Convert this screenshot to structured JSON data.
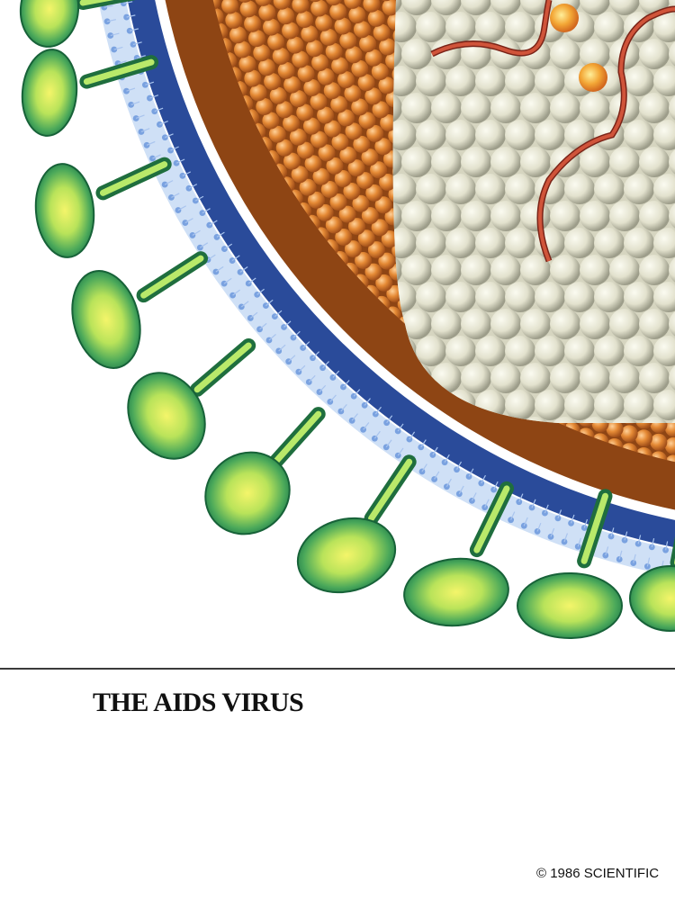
{
  "caption": {
    "title": "THE AIDS VIRUS"
  },
  "copyright": "© 1986 SCIENTIFIC",
  "illustration": {
    "subject": "cutaway of a virus particle",
    "colors": {
      "glycoprotein_knob": "#7fcf5a",
      "glycoprotein_rim": "#1f7a4a",
      "lipid_heads": "#7aa2e0",
      "lipid_dark": "#2a4b9a",
      "protein_shell": "#e0882e",
      "core_sphere": "#e9e8d5",
      "rna_strand": "#b8402a",
      "enzyme": "#f2a53a"
    }
  }
}
